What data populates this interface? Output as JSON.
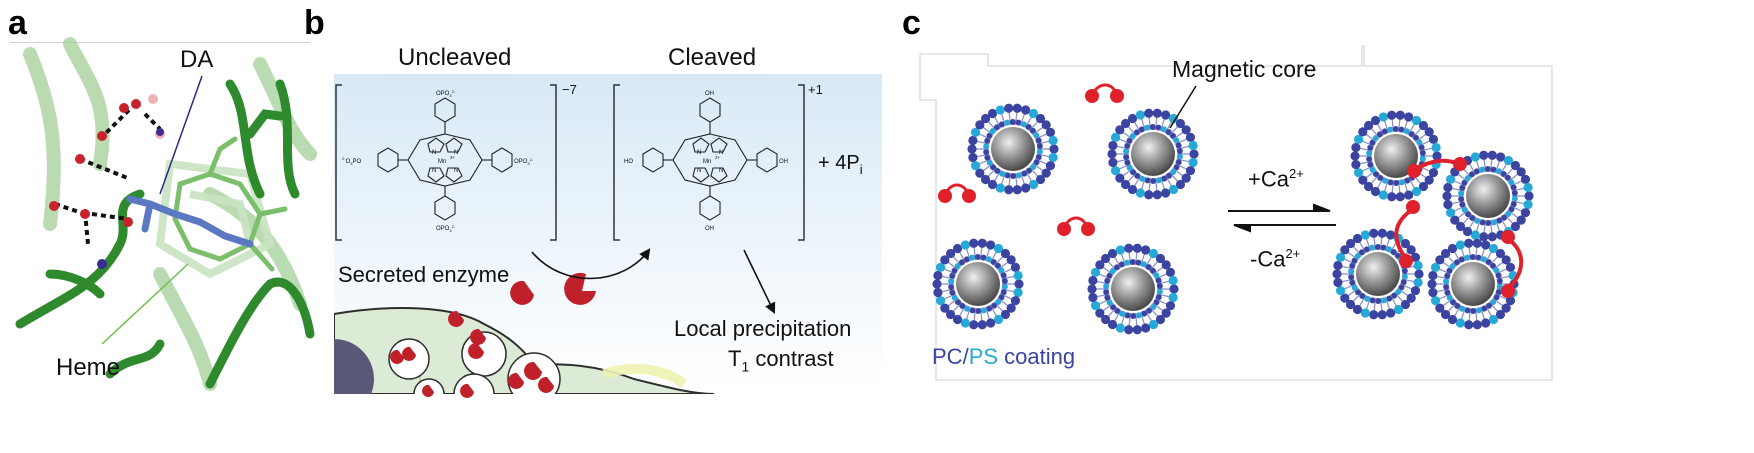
{
  "panels": {
    "a": {
      "letter": "a",
      "labels": {
        "da": "DA",
        "heme": "Heme"
      },
      "colors": {
        "protein": "#3d9a3c",
        "protein_light": "#a9d3a0",
        "ligand": "#5b78c2",
        "oxygen": "#c8232c",
        "nitrogen": "#3a2d8f"
      }
    },
    "b": {
      "letter": "b",
      "labels": {
        "uncleaved": "Uncleaved",
        "cleaved": "Cleaved",
        "charge_uncleaved": "−7",
        "charge_cleaved": "+1",
        "plus_pi": "+ 4P",
        "pi_subscript": "i",
        "secreted_enzyme": "Secreted enzyme",
        "local_precipitation": "Local precipitation",
        "t1_prefix": "T",
        "t1_subscript": "1",
        "t1_suffix": " contrast",
        "opo3_top": "OPO",
        "opo3_sub": "3",
        "opo3_sup": "2-",
        "o3po_left": "O",
        "o3po_left_sub": "3",
        "o3po_left_suffix": "PO",
        "o3po_left_sup": "2-",
        "oh": "OH",
        "ho": "HO",
        "mn": "Mn",
        "mn_sup": "3+",
        "n": "N"
      },
      "colors": {
        "enzyme": "#c0202a",
        "cell": "#dcebd6",
        "nucleus": "#5a5878",
        "background_top": "#ffffff",
        "background_bottom": "#cfe3f3"
      }
    },
    "c": {
      "letter": "c",
      "labels": {
        "magnetic_core": "Magnetic core",
        "plus_ca": "+Ca",
        "minus_ca": "-Ca",
        "ca_sup": "2+",
        "pc": "PC",
        "slash": "/",
        "ps": "PS",
        "coating": " coating"
      },
      "colors": {
        "pc": "#3b44a0",
        "ps": "#27a9d8",
        "core": "#8a8a8a",
        "linker": "#e0202a"
      }
    }
  }
}
